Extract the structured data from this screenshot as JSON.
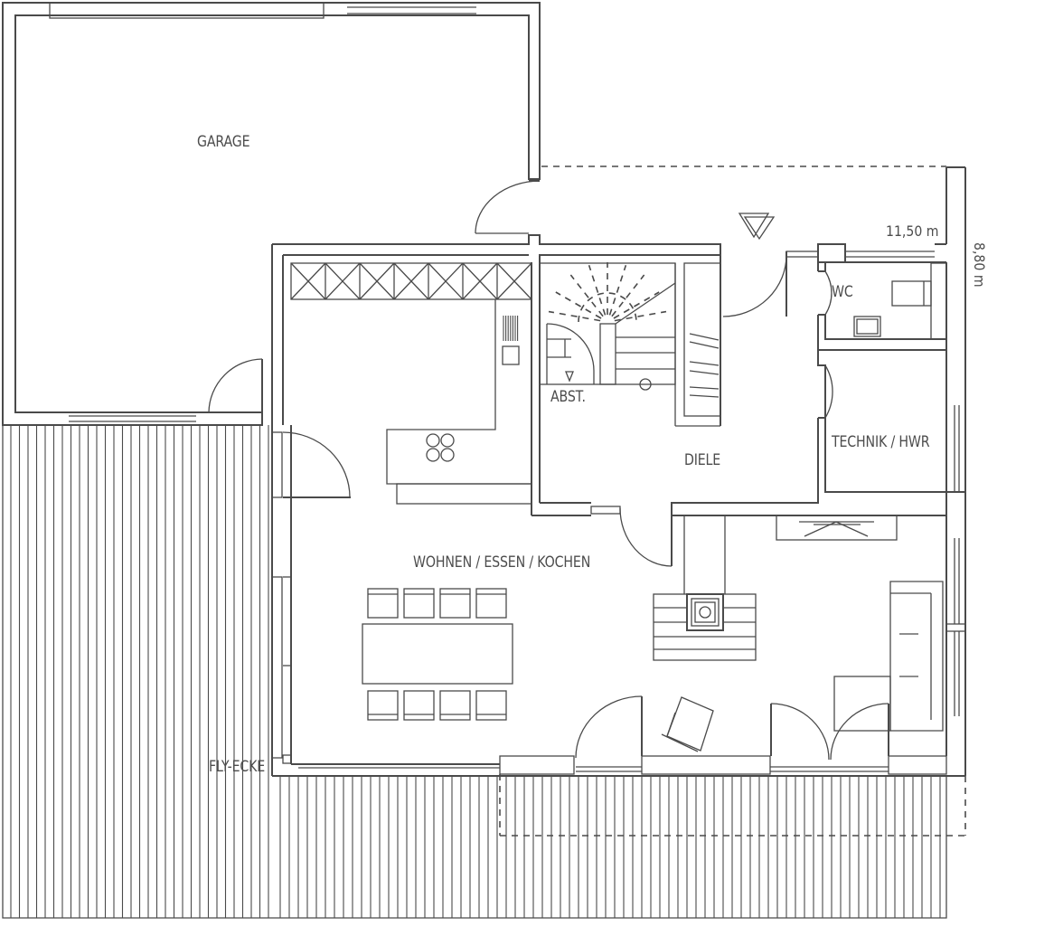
{
  "plan": {
    "rooms": {
      "garage": "GARAGE",
      "wc": "WC",
      "abst": "ABST.",
      "diele": "DIELE",
      "technik": "TECHNIK / HWR",
      "wohnen": "WOHNEN / ESSEN / KOCHEN",
      "fly_ecke": "FLY-ECKE"
    },
    "dimensions": {
      "width": "11,50 m",
      "depth": "8,80 m"
    },
    "line_color": "#4a4a4a"
  }
}
